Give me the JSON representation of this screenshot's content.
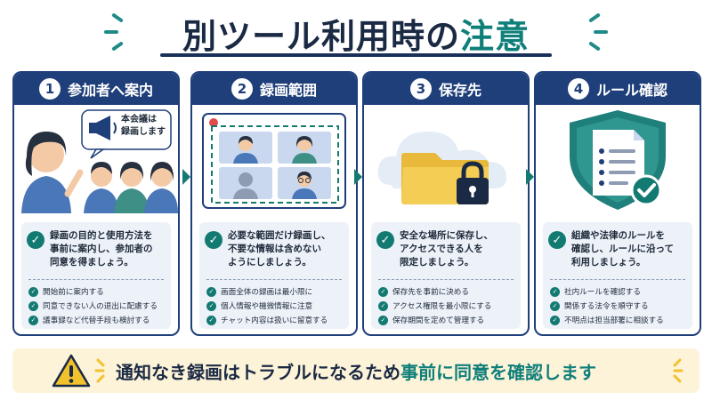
{
  "title": {
    "main": "別ツール利用時の",
    "accent": "注意"
  },
  "cards": [
    {
      "number": "1",
      "title": "参加者へ案内",
      "bubble": [
        "本会議は",
        "録画します"
      ],
      "main_text": [
        "録画の目的と使用方法を",
        "事前に案内し、参加者の",
        "同意を得ましょう。"
      ],
      "items": [
        "開始前に案内する",
        "同意できない人の退出に配慮する",
        "議事録など代替手段も検討する"
      ]
    },
    {
      "number": "2",
      "title": "録画範囲",
      "main_text": [
        "必要な範囲だけ録画し、",
        "不要な情報は含めない",
        "ようにしましょう。"
      ],
      "items": [
        "画面全体の録画は最小限に",
        "個人情報や機微情報に注意",
        "チャット内容は扱いに留意する"
      ]
    },
    {
      "number": "3",
      "title": "保存先",
      "main_text": [
        "安全な場所に保存し、",
        "アクセスできる人を",
        "限定しましょう。"
      ],
      "items": [
        "保存先を事前に決める",
        "アクセス権限を最小限にする",
        "保存期間を定めて管理する"
      ]
    },
    {
      "number": "4",
      "title": "ルール確認",
      "main_text": [
        "組織や法律のルールを",
        "確認し、ルールに沿って",
        "利用しましょう。"
      ],
      "items": [
        "社内ルールを確認する",
        "関係する法令を順守する",
        "不明点は担当部署に相談する"
      ]
    }
  ],
  "banner": {
    "main": "通知なき録画はトラブルになるため",
    "accent": "事前に同意を確認します"
  },
  "colors": {
    "navy": "#1f3f7a",
    "teal": "#137a72",
    "banner_bg": "#fdf3d8",
    "warning": "#f2c12e"
  }
}
